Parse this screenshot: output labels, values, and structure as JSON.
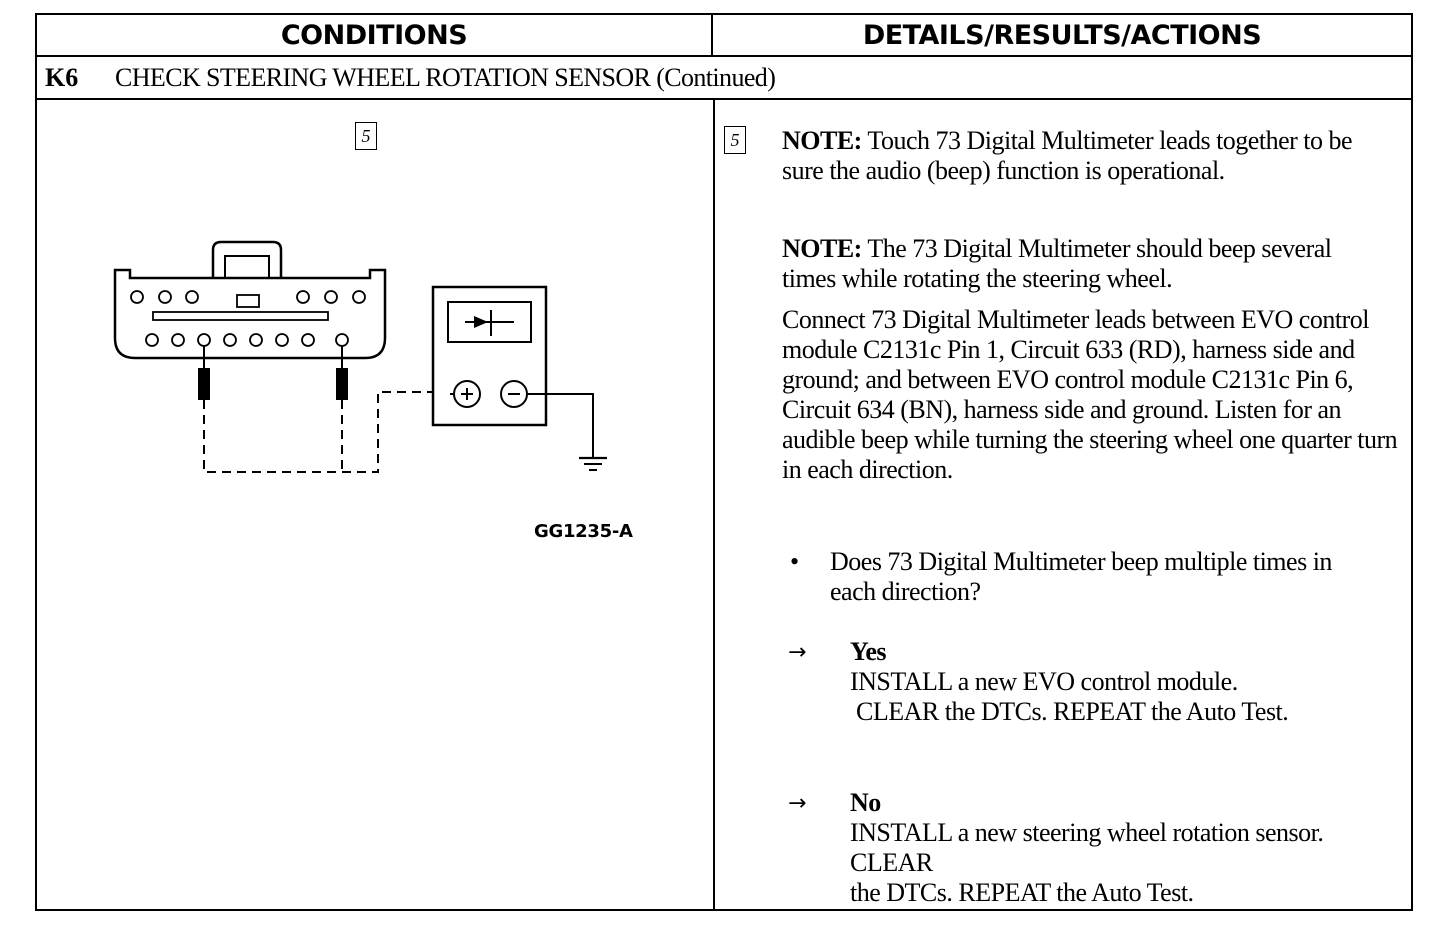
{
  "header": {
    "left": "CONDITIONS",
    "right": "DETAILS/RESULTS/ACTIONS"
  },
  "section": {
    "code": "K6",
    "title": "CHECK STEERING WHEEL ROTATION SENSOR (Continued)"
  },
  "conditions": {
    "step": "5",
    "figure_id": "GG1235-A"
  },
  "details": {
    "step": "5",
    "note1_label": "NOTE:",
    "note1_text": " Touch 73 Digital Multimeter leads together to be sure the audio (beep) function is operational.",
    "note2_label": "NOTE:",
    "note2_text": " The 73 Digital Multimeter should beep several times while rotating the steering wheel.",
    "instruction": "Connect 73 Digital Multimeter leads between EVO control module C2131c Pin 1, Circuit 633 (RD), harness side and ground; and between EVO control module C2131c Pin 6, Circuit 634 (BN), harness side and ground. Listen for an audible beep while turning the steering wheel one quarter turn in each direction.",
    "question_bullet": "•",
    "question": "Does 73 Digital Multimeter beep multiple times in each direction?",
    "answers": [
      {
        "arrow": "→",
        "label": "Yes",
        "line1": "INSTALL a new EVO control module.",
        "line2": "CLEAR the DTCs. REPEAT the Auto Test."
      },
      {
        "arrow": "→",
        "label": "No",
        "line1": "INSTALL a new steering wheel rotation sensor.  CLEAR",
        "line2": "the DTCs. REPEAT the Auto Test."
      }
    ]
  },
  "icons": {
    "diagram": "connector-multimeter-diagram-icon"
  }
}
